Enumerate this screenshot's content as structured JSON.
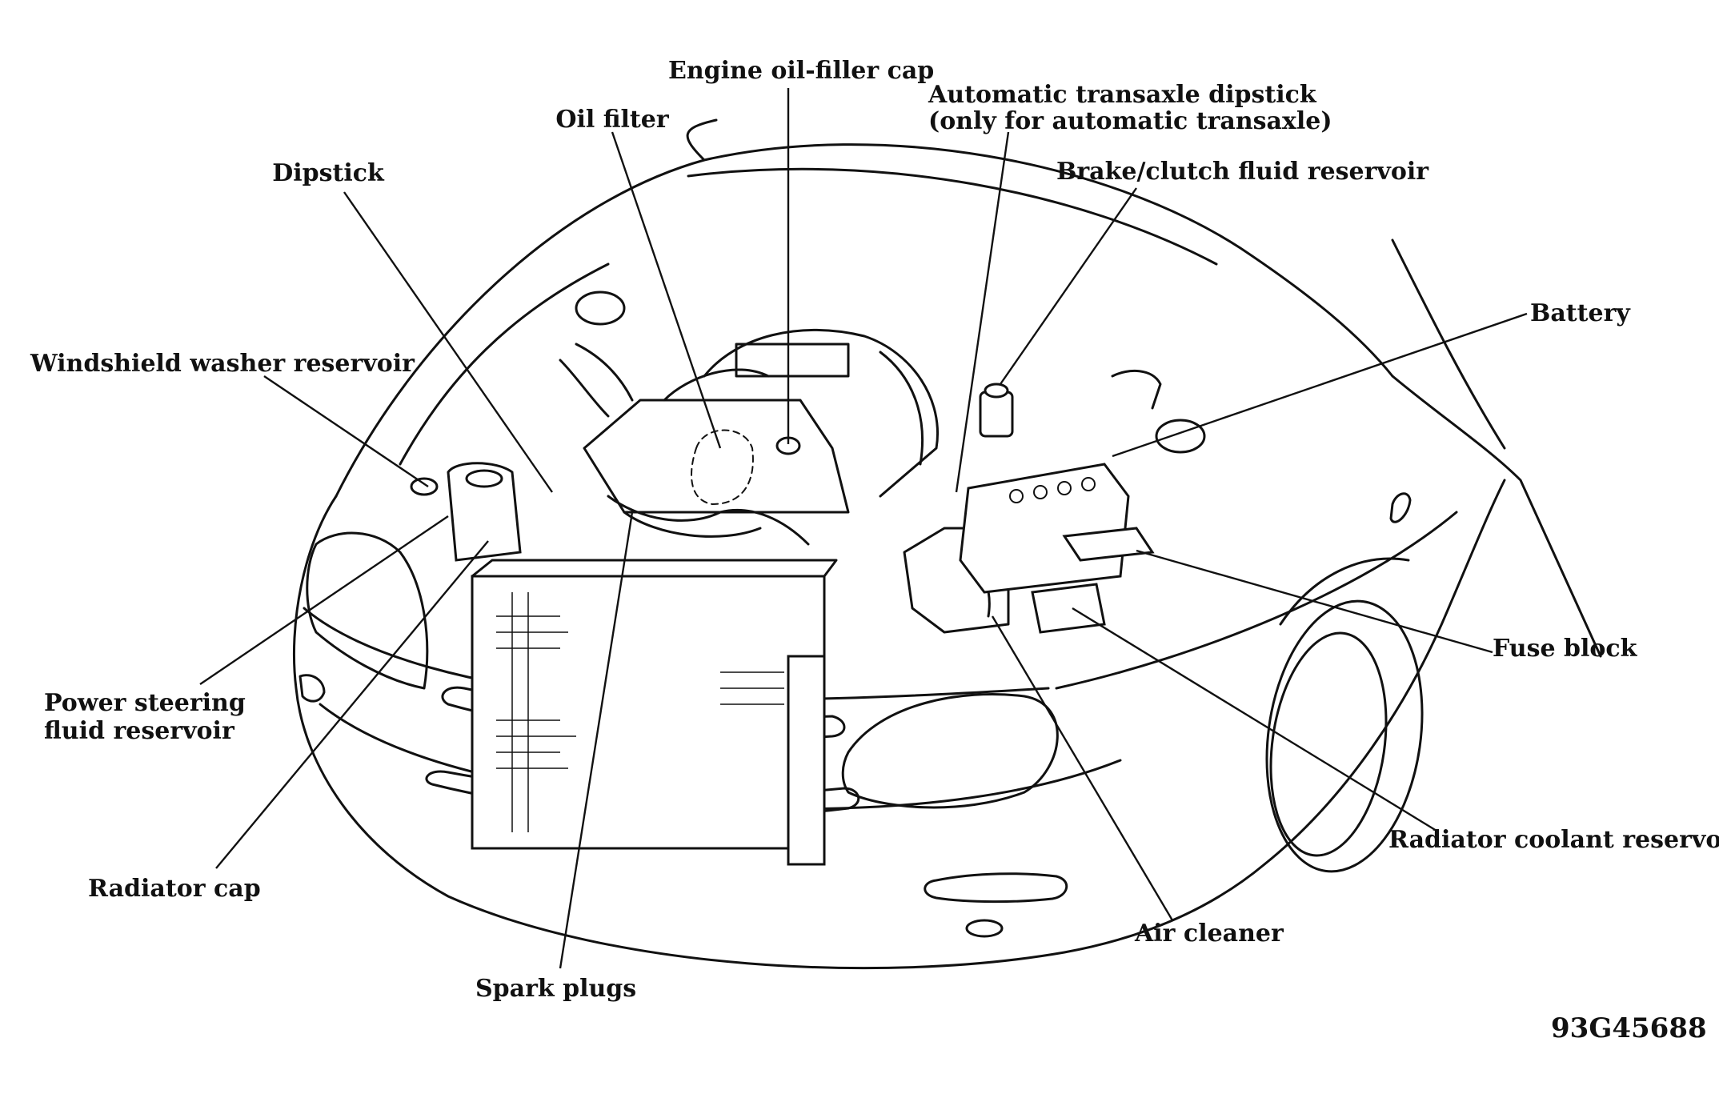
{
  "labels": {
    "engine_oil_filler_cap": "Engine oil-filler cap",
    "oil_filter": "Oil filter",
    "automatic_transaxle_dipstick_line1": "Automatic transaxle dipstick",
    "automatic_transaxle_dipstick_line2": "(only for automatic transaxle)",
    "dipstick": "Dipstick",
    "brake_clutch_fluid_reservoir": "Brake/clutch fluid reservoir",
    "battery": "Battery",
    "windshield_washer_reservoir": "Windshield washer reservoir",
    "power_steering_line1": "Power steering",
    "power_steering_line2": "fluid reservoir",
    "fuse_block": "Fuse block",
    "radiator_cap": "Radiator cap",
    "radiator_coolant_reservoir": "Radiator coolant reservoir",
    "air_cleaner": "Air cleaner",
    "spark_plugs": "Spark plugs"
  },
  "figure_number": "93G45688"
}
